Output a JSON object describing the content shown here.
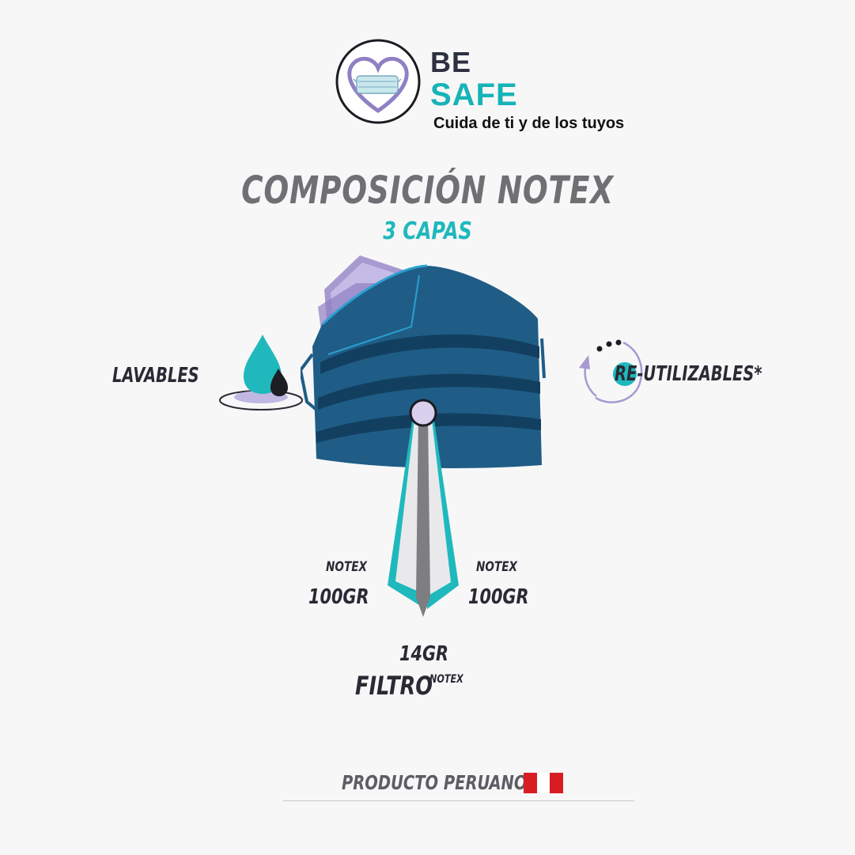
{
  "brand": {
    "name_line1": "BE",
    "name_line2": "SAFE",
    "tagline": "Cuida de ti y de los tuyos"
  },
  "heading": {
    "title": "COMPOSICIÓN NOTEX",
    "subtitle": "3 CAPAS"
  },
  "features": {
    "left": "LAVABLES",
    "right": "RE-UTILIZABLES*"
  },
  "layers": {
    "left": {
      "material": "NOTEX",
      "weight": "100GR"
    },
    "right": {
      "material": "NOTEX",
      "weight": "100GR"
    },
    "center": {
      "weight": "14GR",
      "name": "FILTRO",
      "material": "NOTEX"
    }
  },
  "footer": {
    "text": "PRODUCTO PERUANO"
  },
  "colors": {
    "teal": "#1fb8bd",
    "navy": "#2c3040",
    "mask_blue": "#1f5d86",
    "lavender": "#a79ad0",
    "flag_red": "#d91c24"
  }
}
